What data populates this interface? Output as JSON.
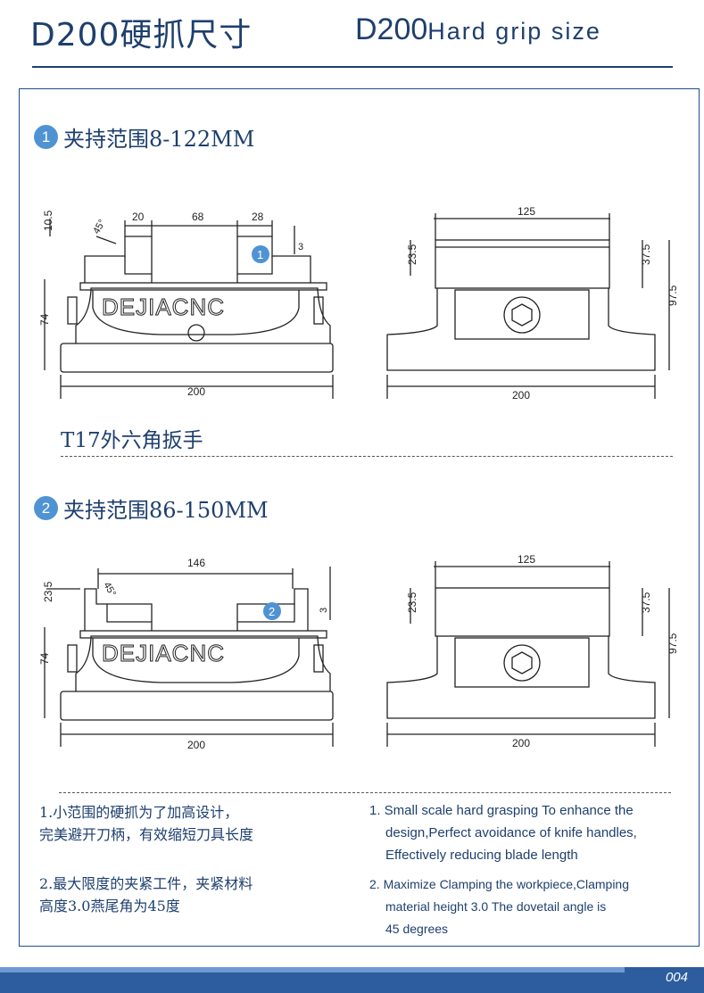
{
  "header": {
    "title_cn": "D200硬抓尺寸",
    "title_en_model": "D200",
    "title_en_text": "Hard grip size"
  },
  "section1": {
    "number": "1",
    "title": "夹持范围8-122MM",
    "front_view": {
      "dim_top_left": "10.5",
      "dim_angle": "45°",
      "dim_jaw_left": "20",
      "dim_gap": "68",
      "dim_jaw_right": "28",
      "dim_step": "3",
      "dim_height": "74",
      "dim_width": "200",
      "brand": "DEJIACNC",
      "callout": "1"
    },
    "side_view": {
      "dim_top": "125",
      "dim_jaw_height": "23.5",
      "dim_upper": "37.5",
      "dim_total_height": "97.5",
      "dim_width": "200"
    },
    "wrench": "T17外六角扳手"
  },
  "section2": {
    "number": "2",
    "title": "夹持范围86-150MM",
    "front_view": {
      "dim_span": "146",
      "dim_angle": "45°",
      "dim_jaw": "23.5",
      "dim_step": "3",
      "dim_height": "74",
      "dim_width": "200",
      "brand": "DEJIACNC",
      "callout": "2"
    },
    "side_view": {
      "dim_top": "125",
      "dim_jaw_height": "23.5",
      "dim_upper": "37.5",
      "dim_total_height": "97.5",
      "dim_width": "200"
    }
  },
  "notes": {
    "cn_1_line1": "1.小范围的硬抓为了加高设计，",
    "cn_1_line2": "完美避开刀柄，有效缩短刀具长度",
    "cn_2_line1": "2.最大限度的夹紧工件，夹紧材料",
    "cn_2_line2": "高度3.0燕尾角为45度",
    "en_1_line1": "1. Small scale hard grasping To enhance the",
    "en_1_line2": "design,Perfect avoidance of knife handles,",
    "en_1_line3": "Effectively reducing blade length",
    "en_2_line1": "2. Maximize Clamping the workpiece,Clamping",
    "en_2_line2": "material height 3.0 The dovetail angle is",
    "en_2_line3": "45 degrees"
  },
  "footer": {
    "page": "004"
  },
  "colors": {
    "title": "#1e3f6e",
    "accent": "#4f93d3",
    "footer": "#2d5d9e",
    "frame": "#1e4e8c"
  }
}
